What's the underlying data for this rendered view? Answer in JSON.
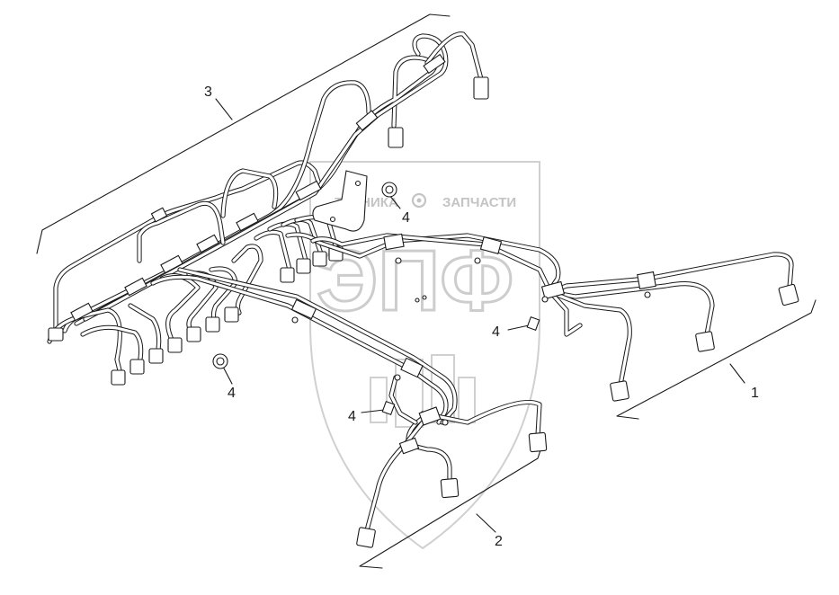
{
  "watermark": {
    "brand_left": "ТЕХНИКА",
    "brand_right": "ЗАПЧАСТИ",
    "logo_letters": "ЭПФ",
    "color": "#c8c8c8"
  },
  "callouts": {
    "group_1": "1",
    "group_2": "2",
    "group_3": "3",
    "item_4": "4"
  },
  "colors": {
    "line": "#1a1a1a",
    "background": "#ffffff"
  }
}
